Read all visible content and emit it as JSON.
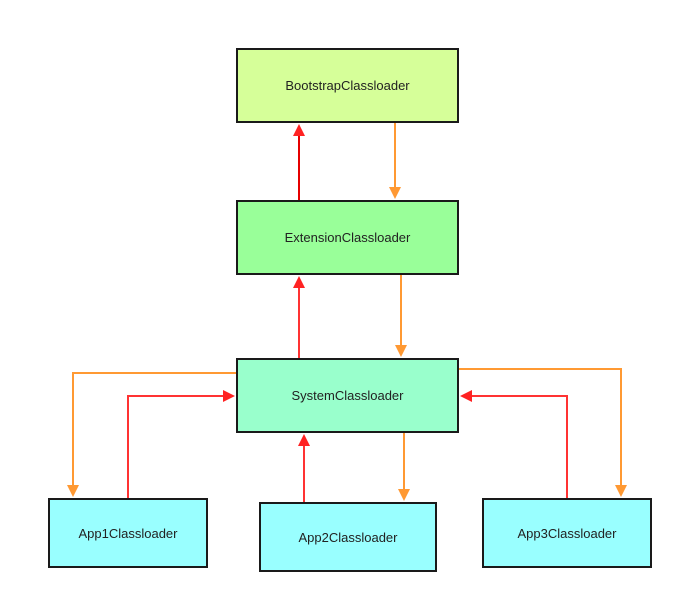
{
  "nodes": {
    "bootstrap": "BootstrapClassloader",
    "extension": "ExtensionClassloader",
    "system": "SystemClassloader",
    "app1": "App1Classloader",
    "app2": "App2Classloader",
    "app3": "App3Classloader"
  },
  "colors": {
    "delegate_up": "#ff3333",
    "load_down": "#ff9933"
  }
}
